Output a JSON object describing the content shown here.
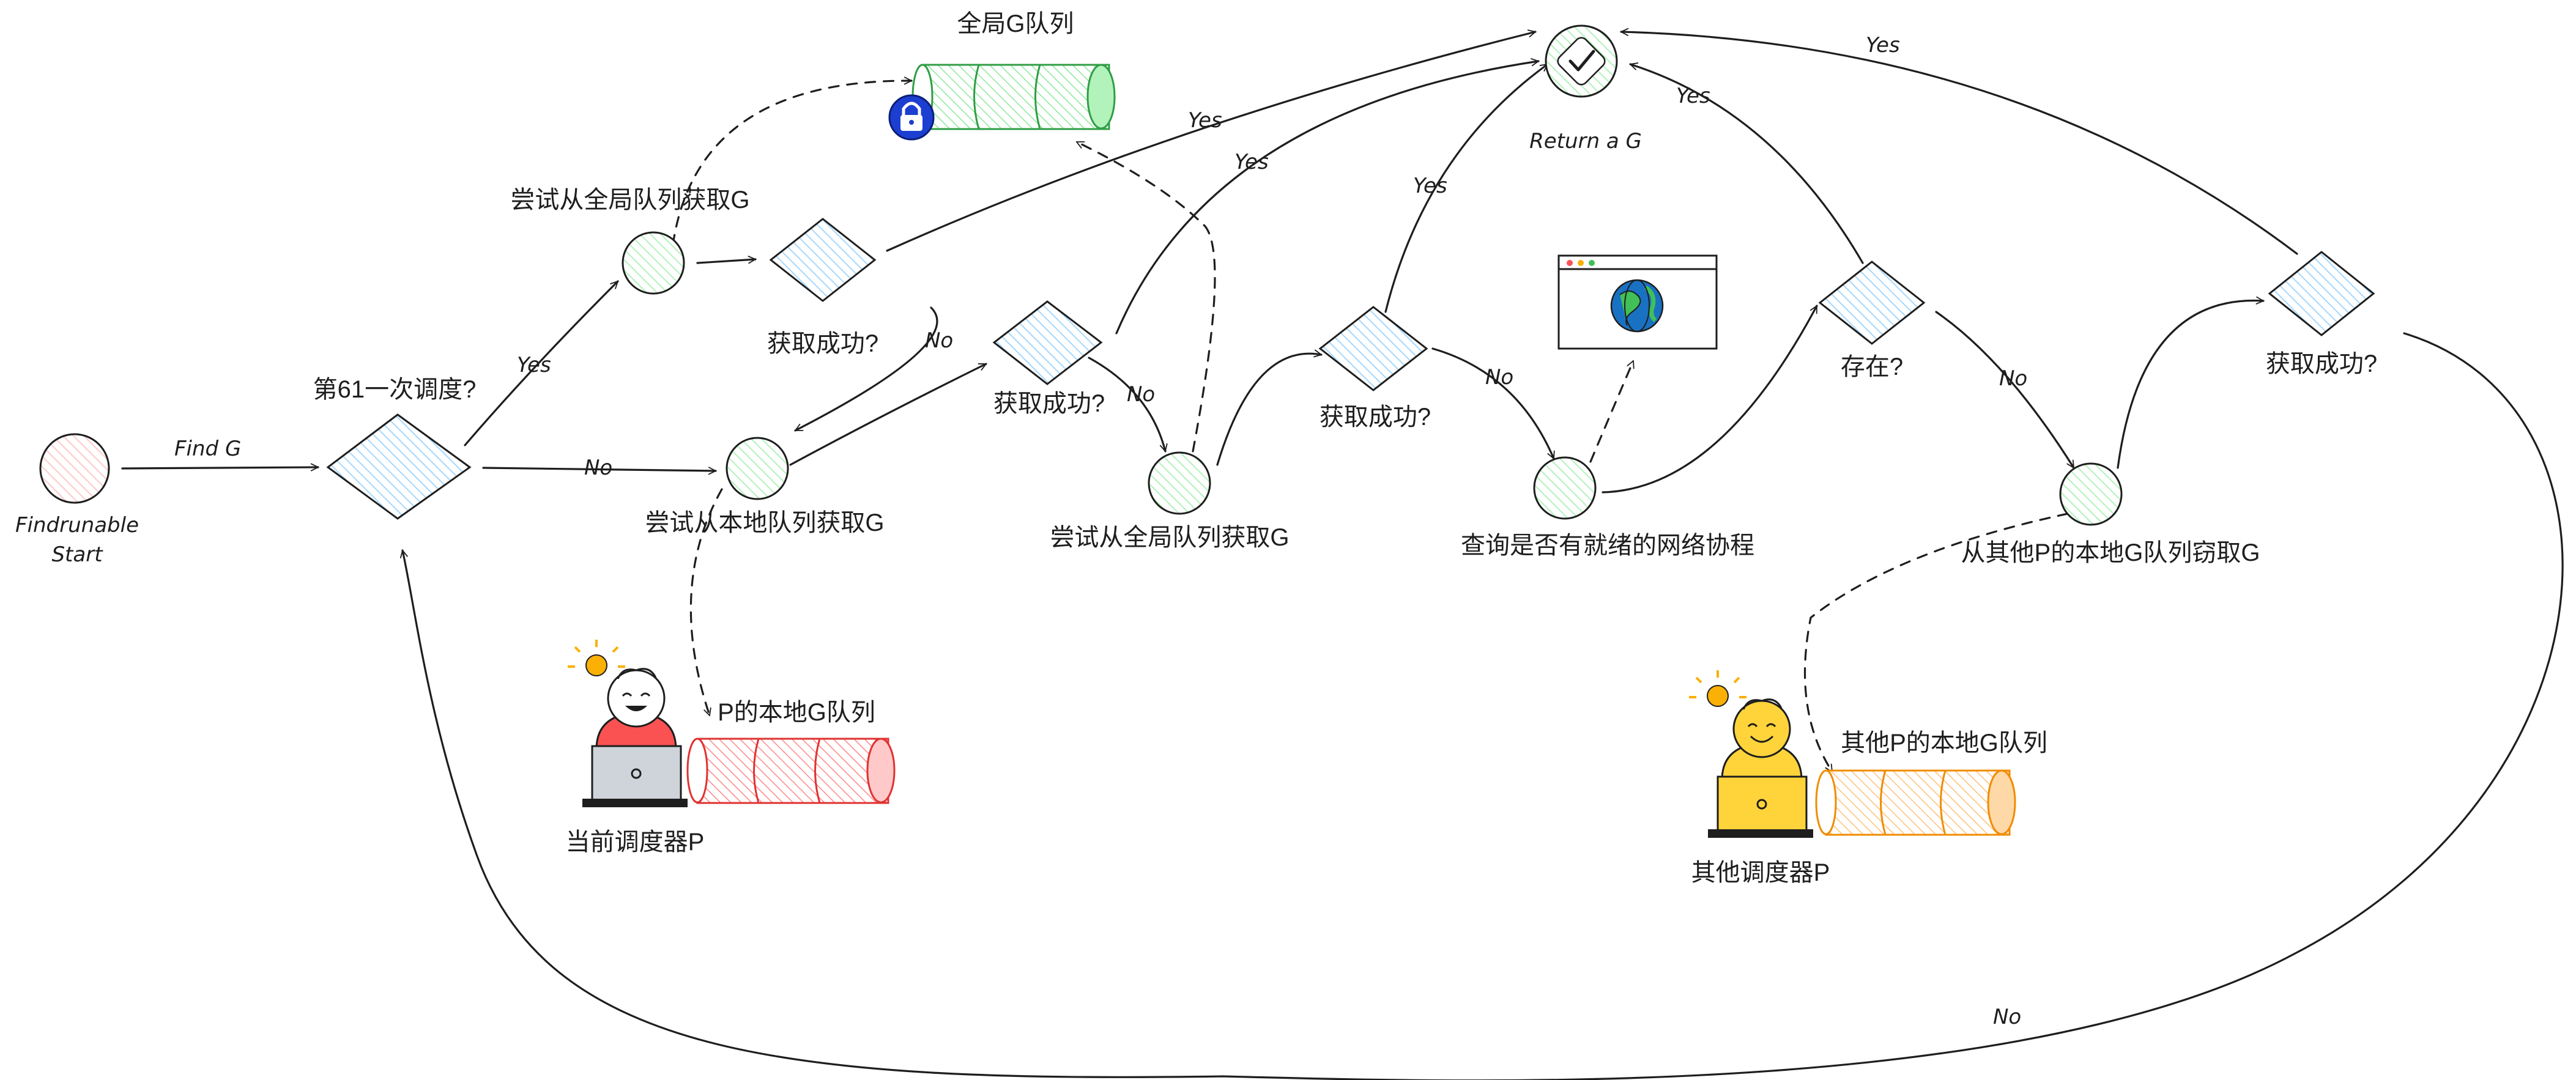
{
  "labels": {
    "start": "Findrunable\nStart",
    "find_g": "Find G",
    "check61": "第61一次调度?",
    "yes": "Yes",
    "no": "No",
    "try_global_1": "尝试从全局队列获取G",
    "success1": "获取成功?",
    "try_local": "尝试从本地队列获取G",
    "success2": "获取成功?",
    "try_global_2": "尝试从全局队列获取G",
    "success3": "获取成功?",
    "netpoll": "查询是否有就绪的网络协程",
    "exists": "存在?",
    "steal": "从其他P的本地G队列窃取G",
    "success4": "获取成功?",
    "return_g": "Return a G",
    "global_queue": "全局G队列",
    "local_queue": "P的本地G队列",
    "current_p": "当前调度器P",
    "other_queue": "其他P的本地G队列",
    "other_p": "其他调度器P"
  },
  "colors": {
    "start": "#ffc9c9",
    "diamond": "#a5d8ff",
    "step": "#b2f2bb",
    "return": "#b2f2bb",
    "global_queue": "#2f9e44",
    "local_queue": "#e03131",
    "other_queue": "#f08c00",
    "current_person": "#fa5252",
    "other_person": "#ffd43b",
    "lock": "#1c3fd1",
    "bulb": "#fab005"
  },
  "icons": {
    "lock": "lock-icon",
    "bulb": "lightbulb-icon",
    "browser": "browser-globe-icon",
    "check": "check-icon",
    "person": "developer-icon"
  }
}
